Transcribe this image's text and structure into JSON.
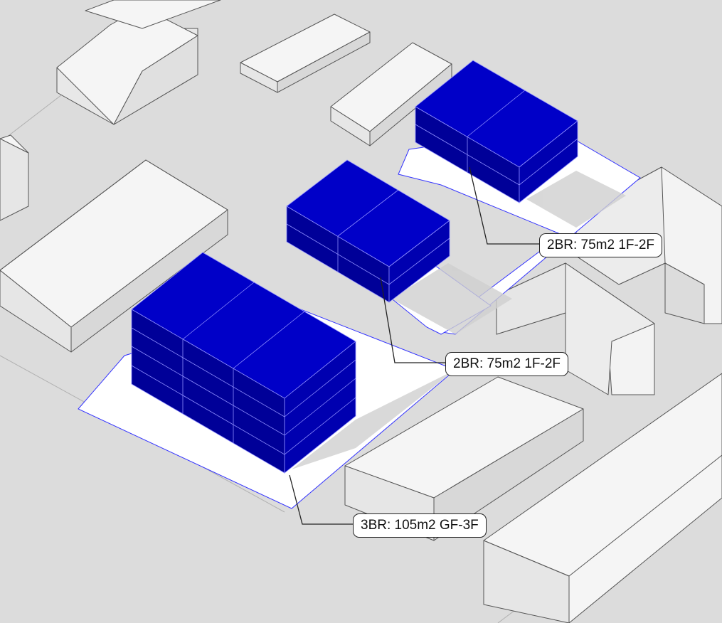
{
  "colors": {
    "ground": "#dcdcdc",
    "house_roof": "#f4f4f4",
    "house_side": "#e6e6e6",
    "house_dark": "#d4d4d4",
    "house_edge": "#555555",
    "block_top": "#0000c8",
    "block_left": "#00009a",
    "block_right": "#0000b0",
    "block_lines": "#8f8fff",
    "plot_boundary": "#3333ff",
    "shadow": "#c7c7c7"
  },
  "units": [
    {
      "label": "2BR: 75m2 1F-2F"
    },
    {
      "label": "2BR: 75m2 1F-2F"
    },
    {
      "label": "3BR: 105m2 GF-3F"
    }
  ]
}
